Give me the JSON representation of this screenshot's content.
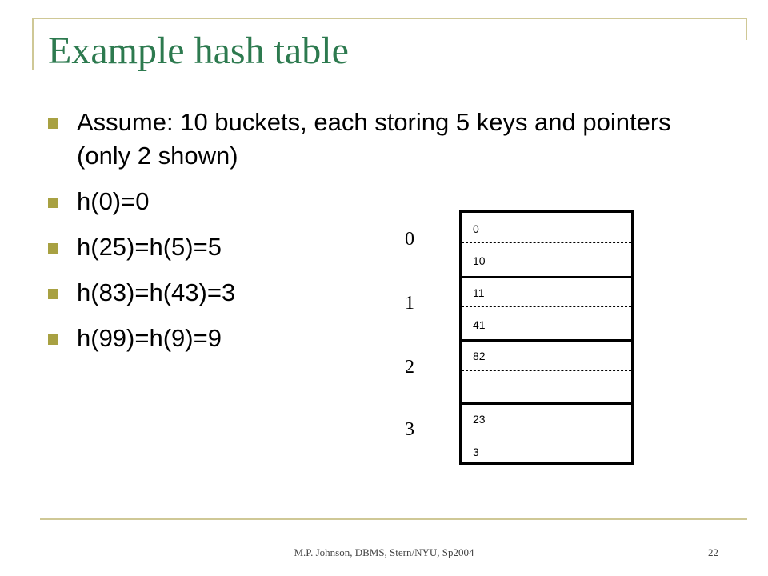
{
  "slide": {
    "title": "Example hash table",
    "bullets": [
      "Assume: 10 buckets, each storing 5 keys and pointers (only 2 shown)",
      "h(0)=0",
      "h(25)=h(5)=5",
      "h(83)=h(43)=3",
      "h(99)=h(9)=9"
    ]
  },
  "hash_table": {
    "indices": [
      "0",
      "1",
      "2",
      "3"
    ],
    "buckets": [
      {
        "slot1": "0",
        "slot2": "10"
      },
      {
        "slot1": "11",
        "slot2": "41"
      },
      {
        "slot1": "82",
        "slot2": ""
      },
      {
        "slot1": "23",
        "slot2": "3"
      }
    ]
  },
  "footer": {
    "text": "M.P. Johnson, DBMS, Stern/NYU, Sp2004",
    "page": "22"
  },
  "colors": {
    "title": "#2d7a4f",
    "accent_rule": "#cfc896",
    "bullet_mark": "#a8a142"
  }
}
